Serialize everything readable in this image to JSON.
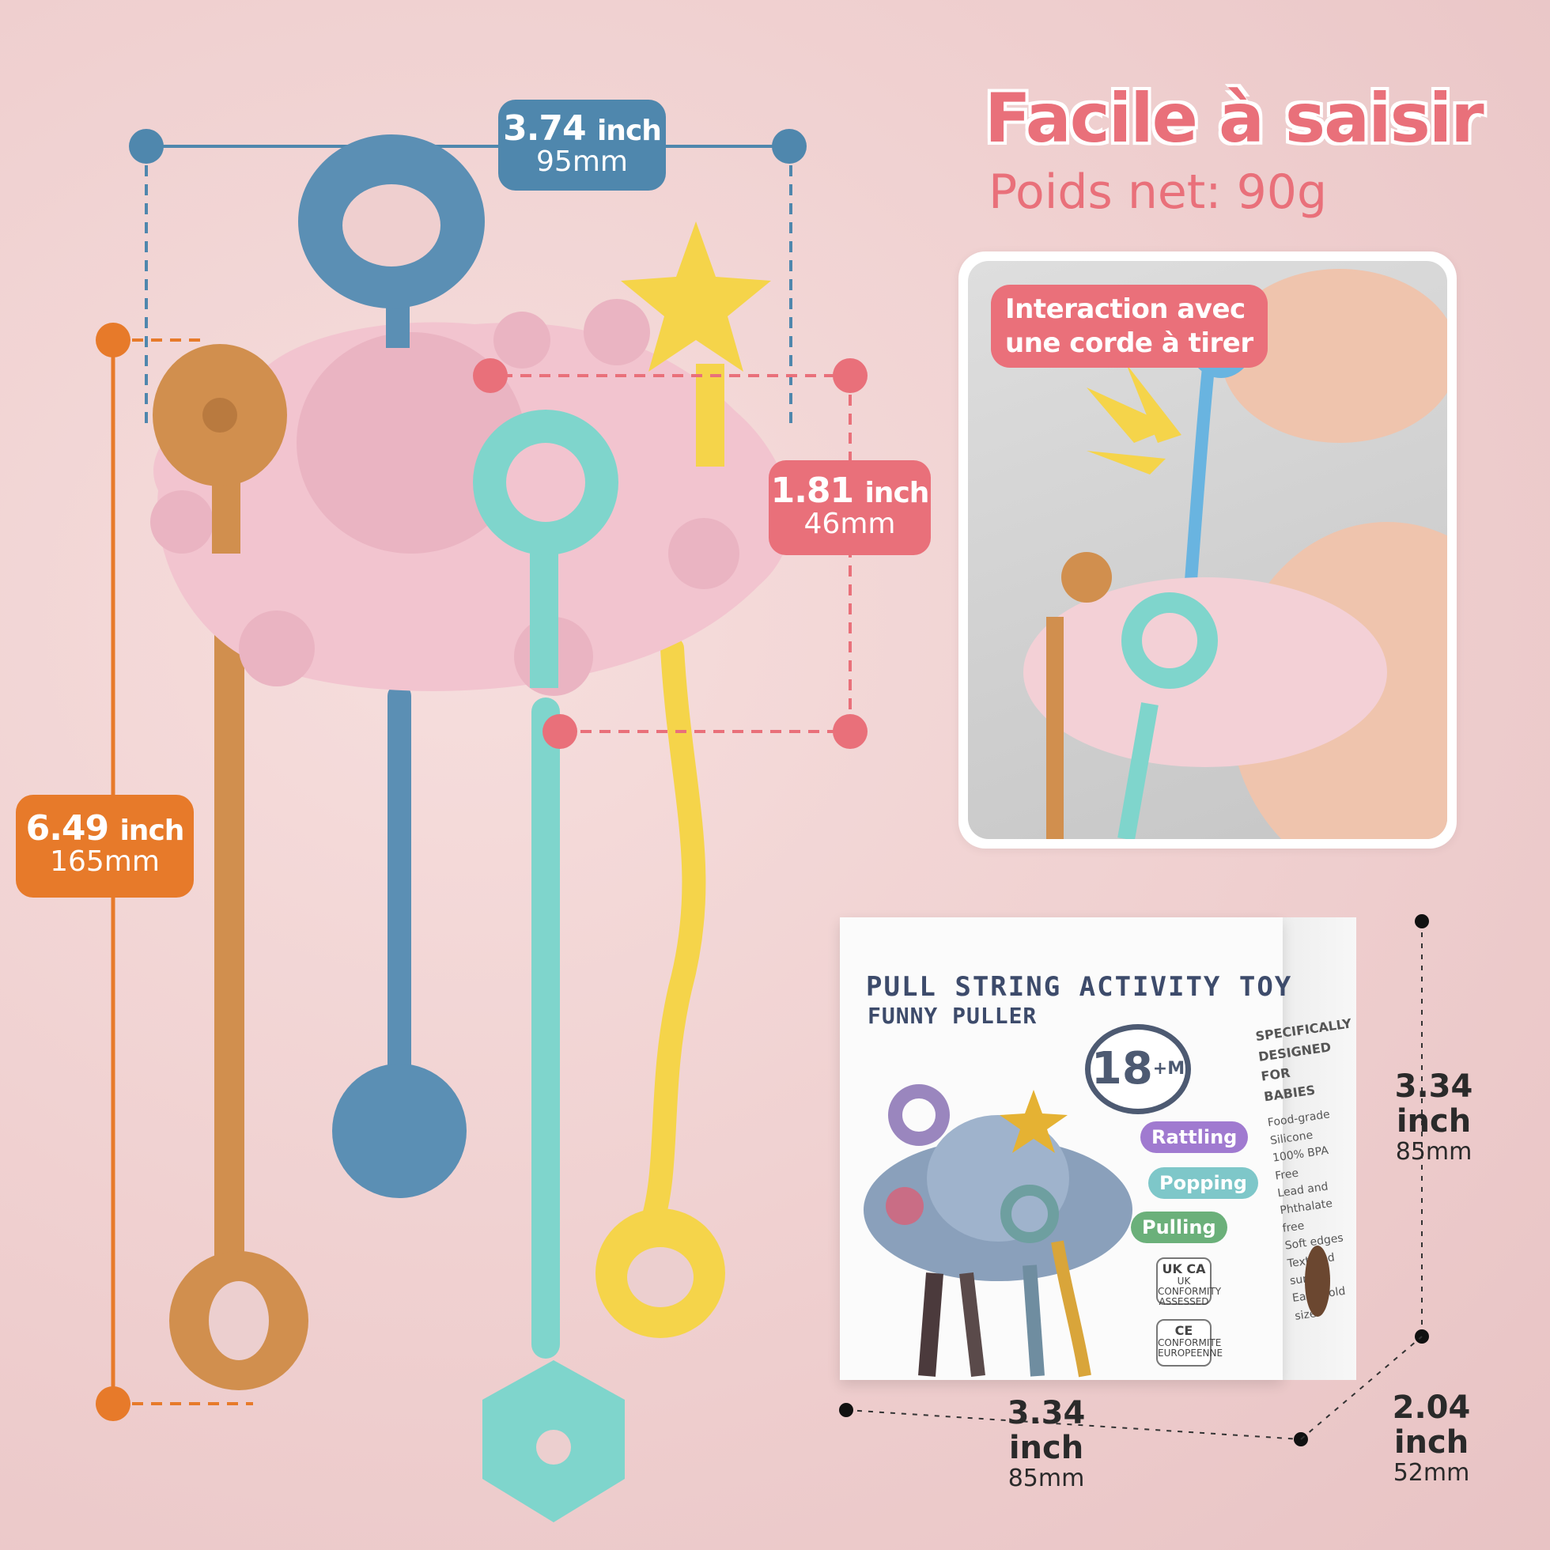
{
  "headline": "Facile à saisir",
  "subline": "Poids net: 90g",
  "photo_tag": {
    "line1": "Interaction avec",
    "line2": "une corde à tirer"
  },
  "dimensions": {
    "width": {
      "value": "3.74",
      "unit": "inch",
      "metric": "95mm"
    },
    "height": {
      "value": "1.81",
      "unit": "inch",
      "metric": "46mm"
    },
    "length": {
      "value": "6.49",
      "unit": "inch",
      "metric": "165mm"
    },
    "box_height": {
      "value": "3.34 inch",
      "metric": "85mm"
    },
    "box_width": {
      "value": "3.34 inch",
      "metric": "85mm"
    },
    "box_depth": {
      "value": "2.04 inch",
      "metric": "52mm"
    }
  },
  "box": {
    "title": "PULL STRING ACTIVITY TOY",
    "subtitle": "FUNNY PULLER",
    "age": "18",
    "age_suffix": "+M",
    "features": [
      "Rattling",
      "Popping",
      "Pulling"
    ],
    "side_heading": "SPECIFICALLY DESIGNED FOR BABIES",
    "side_list": [
      "Food-grade Silicone",
      "100% BPA Free",
      "Lead and Phthalate free",
      "Soft edges",
      "Textured surface",
      "Easy hold size"
    ],
    "cert1_mark": "UK CA",
    "cert1_text": "UK CONFORMITY ASSESSED",
    "cert2_mark": "CE",
    "cert2_text": "CONFORMITE EUROPEENNE"
  },
  "colors": {
    "orange": "#e77a2a",
    "blue": "#4f87ad",
    "coral": "#e9707a",
    "pink_toy": "#f2c4cf",
    "teal": "#7fd5cc",
    "yellow": "#f5d44a",
    "amber": "#d18f4e"
  }
}
